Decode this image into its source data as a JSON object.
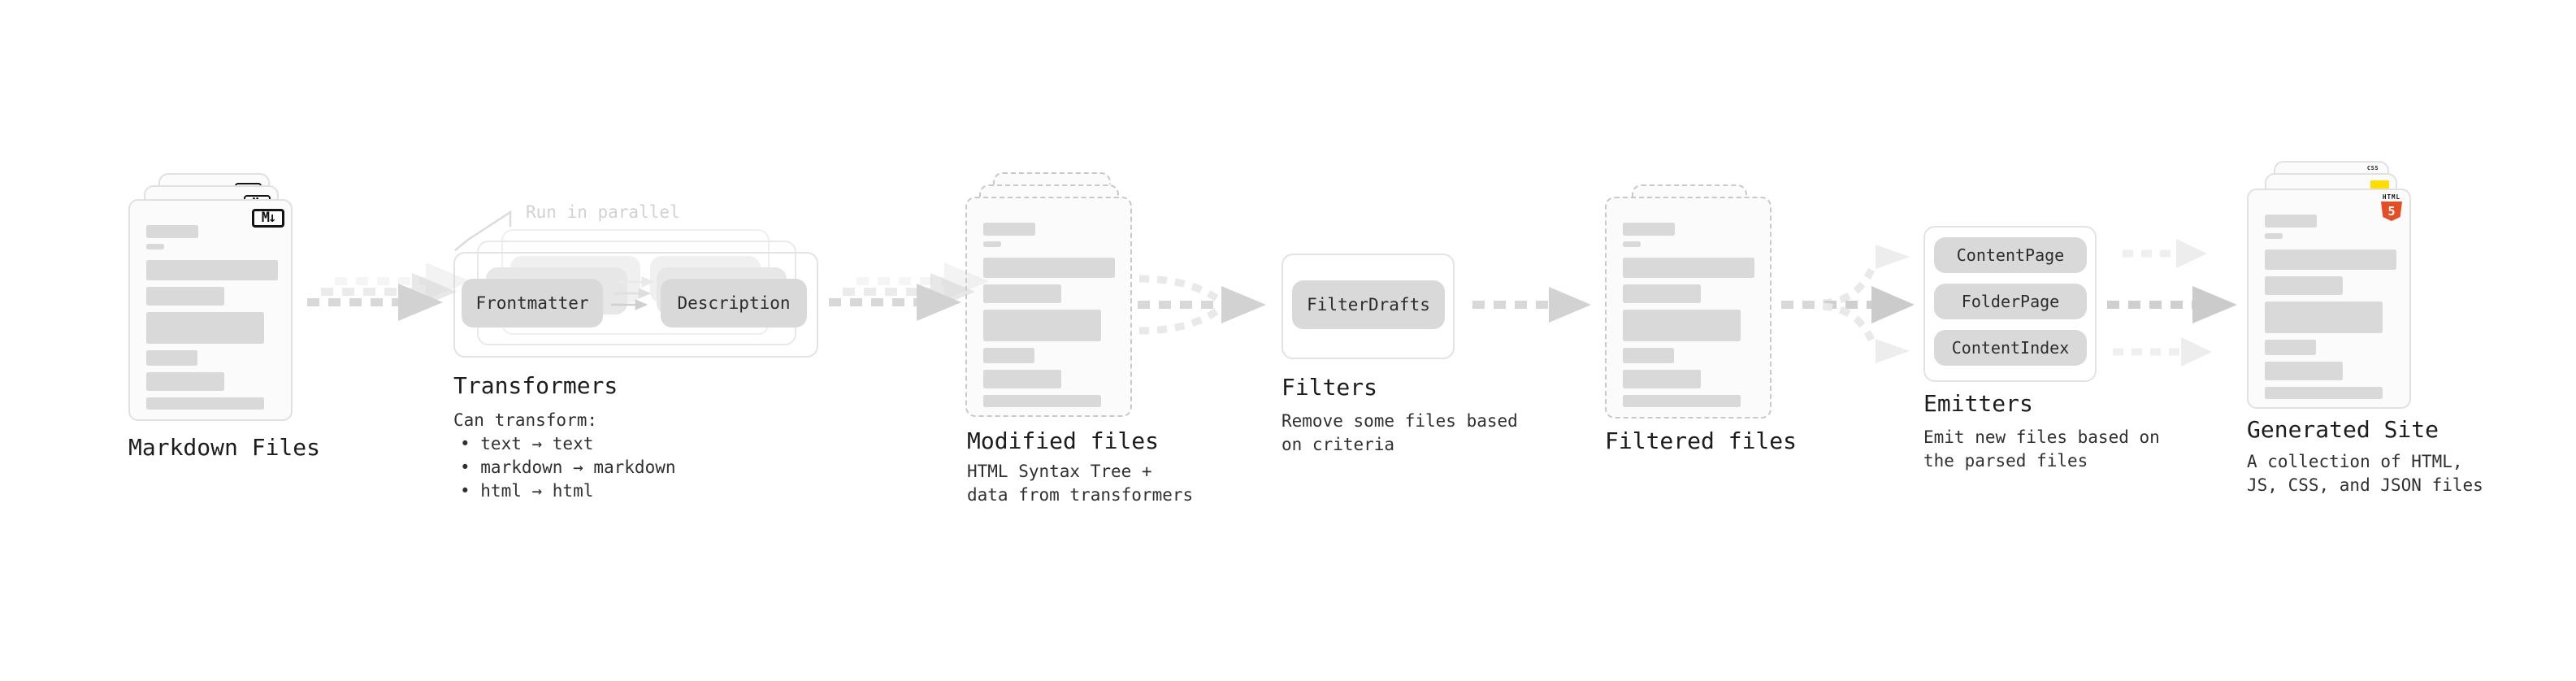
{
  "stages": {
    "markdown": {
      "title": "Markdown Files",
      "badge": "M↓"
    },
    "transformers": {
      "title": "Transformers",
      "annotation": "Run in parallel",
      "pill_left": "Frontmatter",
      "pill_right": "Description",
      "desc_heading": "Can transform:",
      "bullets": [
        "• text → text",
        "• markdown → markdown",
        "• html → html"
      ]
    },
    "modified": {
      "title": "Modified files",
      "subtitle": "HTML Syntax Tree +\ndata from transformers"
    },
    "filters": {
      "title": "Filters",
      "pill": "FilterDrafts",
      "subtitle": "Remove some files based\non criteria"
    },
    "filtered": {
      "title": "Filtered files"
    },
    "emitters": {
      "title": "Emitters",
      "pills": [
        "ContentPage",
        "FolderPage",
        "ContentIndex"
      ],
      "subtitle": "Emit new files based on\nthe parsed files"
    },
    "generated": {
      "title": "Generated Site",
      "subtitle": "A collection of HTML,\nJS, CSS, and JSON files",
      "css_badge": "CSS",
      "html_badge_label": "HTML",
      "html_badge_number": "5"
    }
  },
  "colors": {
    "placeholder_gray": "#d9d9d9",
    "arrow_gray": "#d4d4d4",
    "html5_orange": "#e44d26",
    "js_yellow": "#ffdd00",
    "css_blue": "#2862e9"
  }
}
